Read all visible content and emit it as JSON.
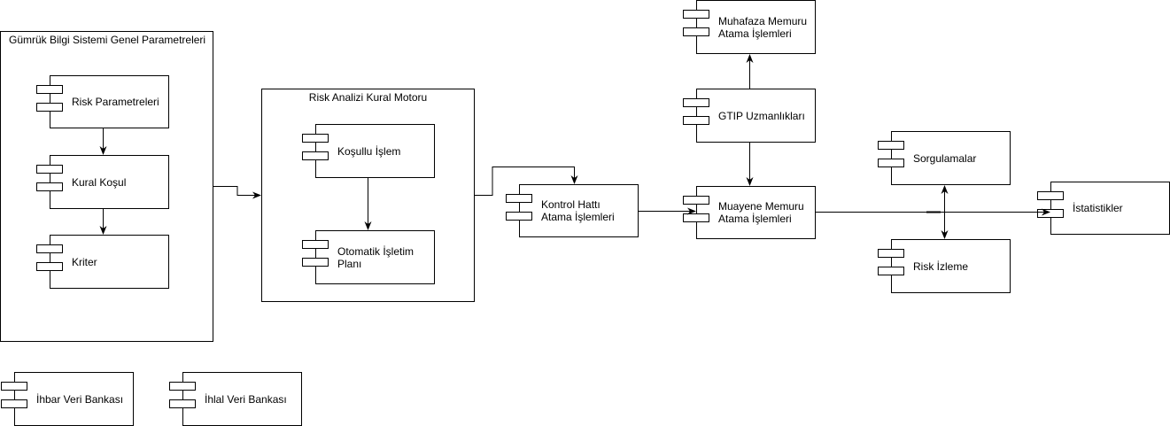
{
  "frames": {
    "gumruk": "Gümrük Bilgi Sistemi Genel Parametreleri",
    "risk_motor": "Risk Analizi Kural Motoru"
  },
  "components": {
    "risk_parametreleri": "Risk Parametreleri",
    "kural_kosul": "Kural Koşul",
    "kriter": "Kriter",
    "kosullu_islem": "Koşullu İşlem",
    "otomatik_isletim": "Otomatik İşletim\nPlanı",
    "kontrol_hatti": "Kontrol Hattı\nAtama İşlemleri",
    "muhafaza_memuru": "Muhafaza Memuru\nAtama İşlemleri",
    "gtip": "GTIP Uzmanlıkları",
    "muayene_memuru": "Muayene Memuru\nAtama İşlemleri",
    "sorgulamalar": "Sorgulamalar",
    "risk_izleme": "Risk İzleme",
    "istatistikler": "İstatistikler",
    "ihbar": "İhbar Veri Bankası",
    "ihlal": "İhlal Veri Bankası"
  }
}
